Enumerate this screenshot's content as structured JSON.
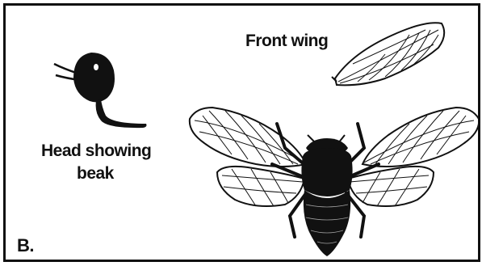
{
  "labels": {
    "front_wing": "Front wing",
    "head_line1": "Head showing",
    "head_line2": "beak",
    "panel": "B."
  },
  "colors": {
    "ink": "#111111",
    "paper": "#ffffff"
  }
}
